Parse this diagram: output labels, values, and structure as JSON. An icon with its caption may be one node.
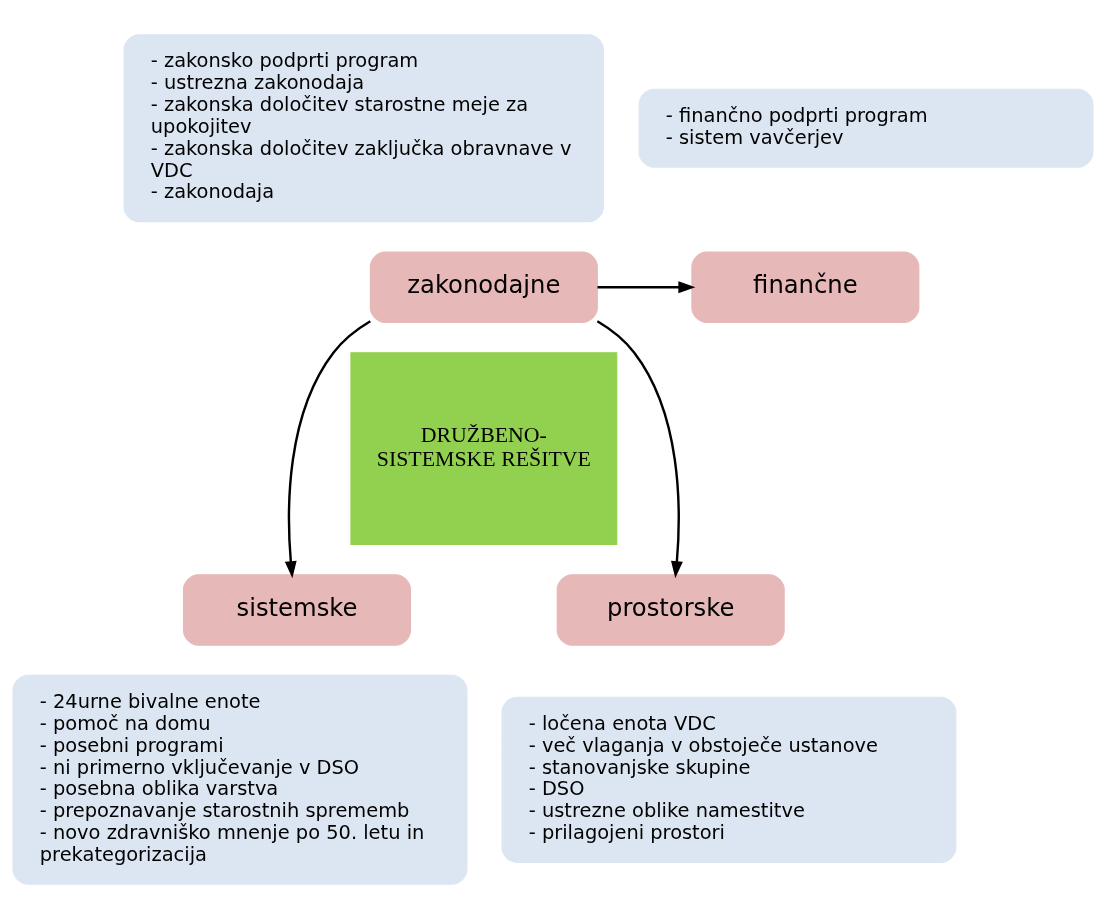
{
  "diagram": {
    "nodes": [
      {
        "text": [
          "- zakonsko podprti program",
          "- ustrezna zakonodaja",
          "- zakonska določitev starostne meje za upokojitev",
          "- zakonska določitev zaključka obravnave v VDC",
          "- zakonodaja"
        ]
      },
      {
        "text": [
          "- finančno podprti program",
          "- sistem vavčerjev"
        ]
      },
      {
        "text": [
          "zakonodajne"
        ]
      },
      {
        "text": [
          "finančne"
        ]
      },
      {
        "text": [
          "DRUŽBENO-SISTEMSKE REŠITVE"
        ]
      },
      {
        "text": [
          "sistemske"
        ]
      },
      {
        "text": [
          "prostorske"
        ]
      },
      {
        "text": [
          "- 24urne bivalne enote",
          "- pomoč na domu",
          "- posebni programi",
          "- ni primerno vključevanje v DSO",
          "- posebna oblika varstva",
          "- prepoznavanje starostnih sprememb",
          "- novo zdravniško mnenje po 50. letu in prekategorizacija"
        ]
      },
      {
        "text": [
          "- ločena enota VDC",
          "- več vlaganja v obstoječe ustanove",
          "- stanovanjske skupine",
          "- DSO",
          "- ustrezne oblike namestitve",
          "- prilagojeni prostori"
        ]
      }
    ],
    "edges": [
      {
        "from": 2,
        "to": 3,
        "arrow": "to"
      },
      {
        "from": 2,
        "to": 5,
        "arrow": "to"
      },
      {
        "from": 2,
        "to": 6,
        "arrow": "to"
      }
    ]
  }
}
